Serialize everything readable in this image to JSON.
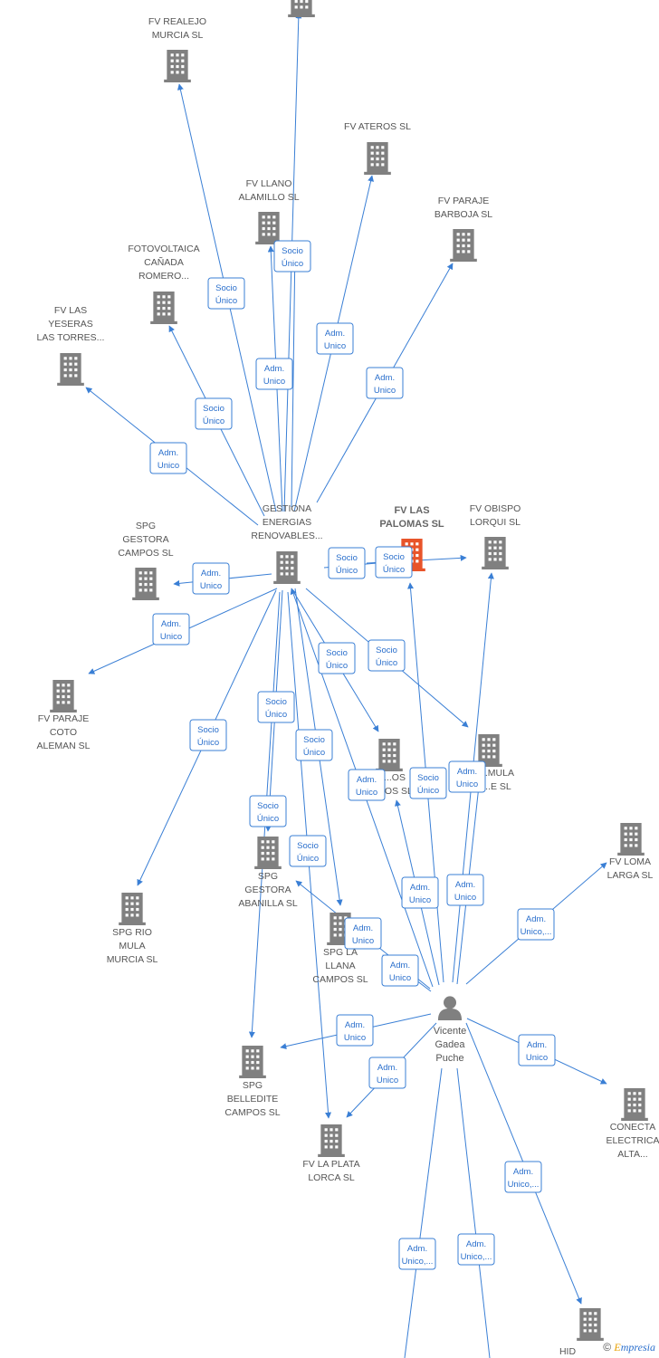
{
  "colors": {
    "edge": "#3a7fd5",
    "building": "#808080",
    "focus_building": "#e8542a",
    "person": "#808080"
  },
  "nodes": [
    {
      "id": "top",
      "kind": "company",
      "lines": []
    },
    {
      "id": "realejo",
      "kind": "company",
      "lines": [
        "FV REALEJO",
        "MURCIA  SL"
      ]
    },
    {
      "id": "ateros",
      "kind": "company",
      "lines": [
        "FV ATEROS  SL"
      ]
    },
    {
      "id": "llano",
      "kind": "company",
      "lines": [
        "FV LLANO",
        "ALAMILLO  SL"
      ]
    },
    {
      "id": "barboja",
      "kind": "company",
      "lines": [
        "FV PARAJE",
        "BARBOJA  SL"
      ]
    },
    {
      "id": "canada",
      "kind": "company",
      "lines": [
        "FOTOVOLTAICA",
        "CAÑADA",
        "ROMERO..."
      ]
    },
    {
      "id": "yeseras",
      "kind": "company",
      "lines": [
        "FV LAS",
        "YESERAS",
        "LAS TORRES..."
      ]
    },
    {
      "id": "gestiona",
      "kind": "company",
      "lines": [
        "GESTIONA",
        "ENERGIAS",
        "RENOVABLES..."
      ]
    },
    {
      "id": "palomas",
      "kind": "company",
      "focus": true,
      "lines": [
        "FV LAS",
        "PALOMAS  SL"
      ]
    },
    {
      "id": "obispo",
      "kind": "company",
      "lines": [
        "FV OBISPO",
        "LORQUI  SL"
      ]
    },
    {
      "id": "gestora_campos",
      "kind": "company",
      "lines": [
        "SPG",
        "GESTORA",
        "CAMPOS  SL"
      ]
    },
    {
      "id": "coto",
      "kind": "company",
      "lines": [
        "FV PARAJE",
        "COTO",
        "ALEMAN  SL"
      ]
    },
    {
      "id": "hidden1",
      "kind": "company",
      "lines": [
        "...OS",
        "...OS  SL"
      ]
    },
    {
      "id": "hidden2",
      "kind": "company",
      "lines": [
        "...MULA",
        "...E  SL"
      ]
    },
    {
      "id": "loma",
      "kind": "company",
      "lines": [
        "FV LOMA",
        "LARGA  SL"
      ]
    },
    {
      "id": "abanilla",
      "kind": "company",
      "lines": [
        "SPG",
        "GESTORA",
        "ABANILLA  SL"
      ]
    },
    {
      "id": "rio_mula",
      "kind": "company",
      "lines": [
        "SPG RIO",
        "MULA",
        "MURCIA  SL"
      ]
    },
    {
      "id": "llana",
      "kind": "company",
      "lines": [
        "SPG LA",
        "LLANA",
        "CAMPOS  SL"
      ]
    },
    {
      "id": "vicente",
      "kind": "person",
      "lines": [
        "Vicente",
        "Gadea",
        "Puche"
      ]
    },
    {
      "id": "belledite",
      "kind": "company",
      "lines": [
        "SPG",
        "BELLEDITE",
        "CAMPOS  SL"
      ]
    },
    {
      "id": "plata",
      "kind": "company",
      "lines": [
        "FV LA PLATA",
        "LORCA  SL"
      ]
    },
    {
      "id": "conecta",
      "kind": "company",
      "lines": [
        "CONECTA",
        "ELECTRICA",
        "ALTA..."
      ]
    },
    {
      "id": "hid",
      "kind": "company",
      "lines": [
        "HID"
      ]
    }
  ],
  "edges": [
    {
      "from": "gestiona",
      "to": "top",
      "label": [
        "Socio",
        "Único"
      ]
    },
    {
      "from": "gestiona",
      "to": "realejo",
      "label": [
        "Socio",
        "Único"
      ]
    },
    {
      "from": "gestiona",
      "to": "llano",
      "label": [
        "Adm.",
        "Unico"
      ]
    },
    {
      "from": "gestiona",
      "to": "ateros",
      "label": [
        "Adm.",
        "Unico"
      ]
    },
    {
      "from": "gestiona",
      "to": "barboja",
      "label": [
        "Adm.",
        "Unico"
      ]
    },
    {
      "from": "gestiona",
      "to": "canada",
      "label": [
        "Socio",
        "Único"
      ]
    },
    {
      "from": "gestiona",
      "to": "yeseras",
      "label": [
        "Adm.",
        "Unico"
      ]
    },
    {
      "from": "gestiona",
      "to": "palomas",
      "label": [
        "Socio",
        "Único"
      ]
    },
    {
      "from": "gestiona",
      "to": "obispo",
      "label": [
        "Socio",
        "Único"
      ]
    },
    {
      "from": "gestiona",
      "to": "gestora_campos",
      "label": [
        "Adm.",
        "Unico"
      ]
    },
    {
      "from": "gestiona",
      "to": "coto",
      "label": [
        "Adm.",
        "Unico"
      ]
    },
    {
      "from": "gestiona",
      "to": "hidden1",
      "label": [
        "Socio",
        "Único"
      ]
    },
    {
      "from": "gestiona",
      "to": "hidden2",
      "label": [
        "Socio",
        "Único"
      ]
    },
    {
      "from": "gestiona",
      "to": "rio_mula",
      "label": [
        "Socio",
        "Único"
      ]
    },
    {
      "from": "gestiona",
      "to": "abanilla",
      "label": [
        "Socio",
        "Único"
      ]
    },
    {
      "from": "gestiona",
      "to": "llana",
      "label": [
        "Socio",
        "Único"
      ]
    },
    {
      "from": "gestiona",
      "to": "belledite",
      "label": [
        "Socio",
        "Único"
      ]
    },
    {
      "from": "gestiona",
      "to": "plata",
      "label": [
        "Socio",
        "Único"
      ]
    },
    {
      "from": "gestiona",
      "to": "llano",
      "label": [
        "Socio",
        "Único"
      ]
    },
    {
      "from": "vicente",
      "to": "palomas",
      "label": [
        "Adm.",
        "Unico"
      ]
    },
    {
      "from": "vicente",
      "to": "obispo",
      "label": [
        "Adm.",
        "Unico"
      ]
    },
    {
      "from": "vicente",
      "to": "hidden1",
      "label": [
        "Adm.",
        "Unico"
      ]
    },
    {
      "from": "vicente",
      "to": "hidden2",
      "label": [
        "Adm.",
        "Unico"
      ]
    },
    {
      "from": "vicente",
      "to": "gestiona",
      "label": [
        "Adm.",
        "Unico,..."
      ]
    },
    {
      "from": "vicente",
      "to": "loma",
      "label": [
        "Adm.",
        "Unico"
      ]
    },
    {
      "from": "vicente",
      "to": "abanilla",
      "label": [
        "Adm.",
        "Unico"
      ]
    },
    {
      "from": "vicente",
      "to": "llana",
      "label": [
        "Adm.",
        "Unico"
      ]
    },
    {
      "from": "vicente",
      "to": "belledite",
      "label": [
        "Adm.",
        "Unico"
      ]
    },
    {
      "from": "vicente",
      "to": "plata",
      "label": [
        "Adm.",
        "Unico"
      ]
    },
    {
      "from": "vicente",
      "to": "conecta",
      "label": [
        "Adm.",
        "Unico,..."
      ]
    },
    {
      "from": "vicente",
      "to": "hid",
      "label": [
        "Adm.",
        "Unico,..."
      ]
    },
    {
      "from": "vicente",
      "to": "off1",
      "label": [
        "Adm.",
        "Unico,..."
      ]
    },
    {
      "from": "vicente",
      "to": "off2",
      "label": [
        "Adm.",
        "Unico,..."
      ]
    }
  ],
  "footer": {
    "copyright": "©",
    "brand_first": "E",
    "brand_rest": "mpresia"
  }
}
